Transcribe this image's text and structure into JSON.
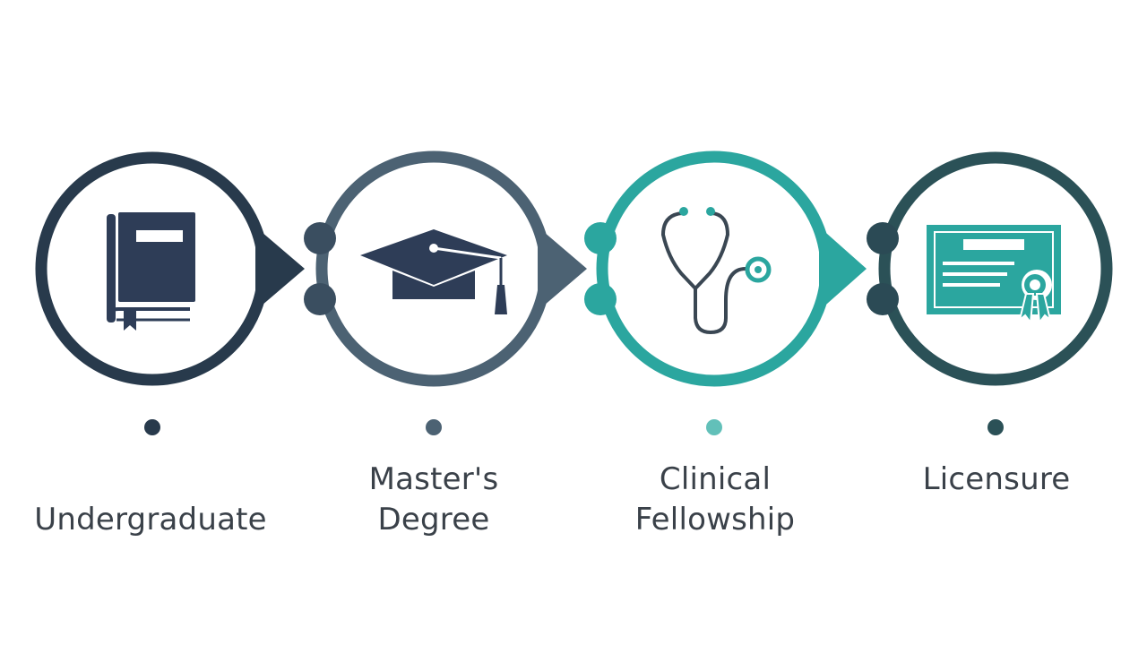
{
  "steps": [
    {
      "id": "undergraduate",
      "icon": "book-icon",
      "color": "#283a4c",
      "label_lines": [
        "Undergraduate"
      ]
    },
    {
      "id": "masters-degree",
      "icon": "graduation-cap-icon",
      "color": "#4c6273",
      "label_lines": [
        "Master's",
        "Degree"
      ]
    },
    {
      "id": "clinical-fellowship",
      "icon": "stethoscope-icon",
      "color": "#2ba69f",
      "label_lines": [
        "Clinical",
        "Fellowship"
      ]
    },
    {
      "id": "licensure",
      "icon": "certificate-icon",
      "color": "#2b5157",
      "label_lines": [
        "Licensure"
      ]
    }
  ],
  "colors": {
    "icon_dark": "#2e3d57",
    "icon_teal": "#2ba69f",
    "background": "#ffffff",
    "label_text": "#3a4149"
  }
}
